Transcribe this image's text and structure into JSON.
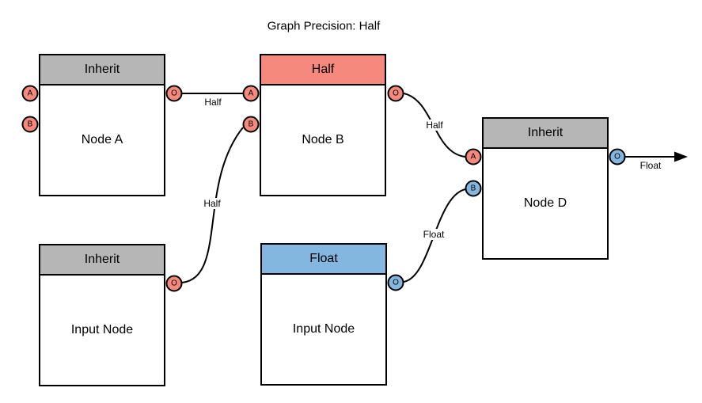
{
  "title": "Graph Precision: Half",
  "colors": {
    "salmon": "#F5897D",
    "blue": "#84B7E0",
    "gray": "#B6B6B6",
    "line": "#000000",
    "canvas_bg": "#FFFFFF"
  },
  "nodes": [
    {
      "header": "Inherit",
      "label": "Node A",
      "header_color": "gray",
      "ports": {
        "a": "A",
        "b": "B",
        "o": "O"
      }
    },
    {
      "header": "Half",
      "label": "Node B",
      "header_color": "salmon",
      "ports": {
        "a": "A",
        "b": "B",
        "o": "O"
      }
    },
    {
      "header": "Inherit",
      "label": "Node D",
      "header_color": "gray",
      "ports": {
        "a": "A",
        "b": "B",
        "o": "O"
      }
    },
    {
      "header": "Inherit",
      "label": "Input Node",
      "header_color": "gray",
      "ports": {
        "o": "O"
      }
    },
    {
      "header": "Float",
      "label": "Input Node",
      "header_color": "blue",
      "ports": {
        "o": "O"
      }
    }
  ],
  "edges": [
    {
      "from": "Node A output O",
      "to": "Node B port A",
      "label": "Half"
    },
    {
      "from": "Input Node (lower left) O",
      "to": "Node B port B",
      "label": "Half"
    },
    {
      "from": "Node B output O",
      "to": "Node D port A",
      "label": "Half"
    },
    {
      "from": "Input Node (lower middle) O",
      "to": "Node D port B",
      "label": "Float"
    },
    {
      "from": "Node D output O",
      "to": "graph output arrow",
      "label": "Float"
    }
  ]
}
